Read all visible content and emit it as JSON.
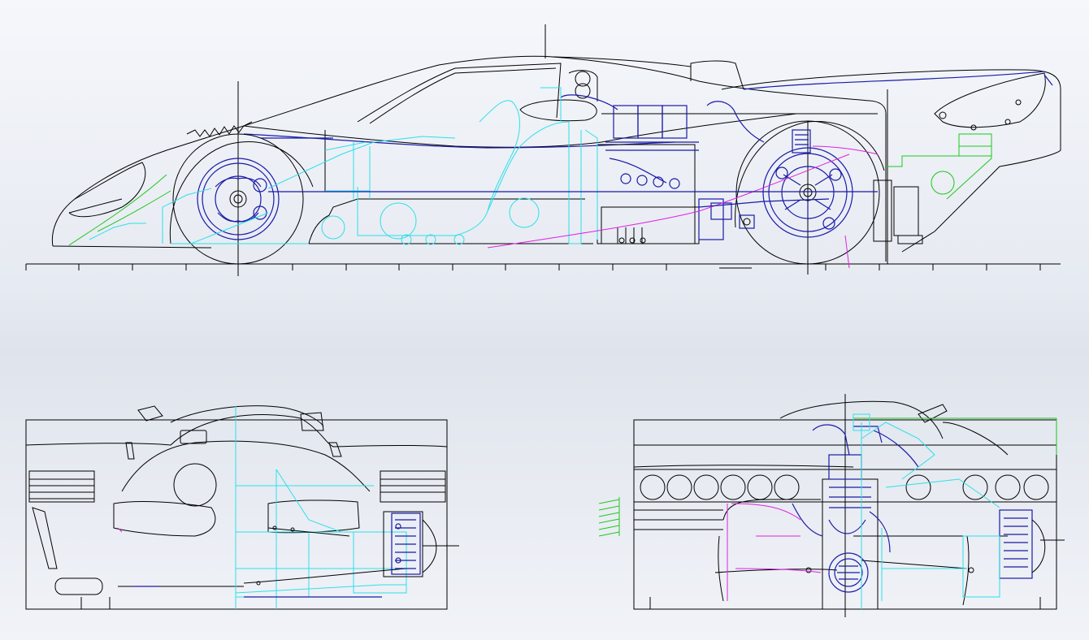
{
  "drawing": {
    "views": [
      "side-view",
      "front-view",
      "rear-view"
    ],
    "colors": {
      "outline": "#000000",
      "chassis": "#2ce0ea",
      "engine": "#1a1aa8",
      "wing": "#1ec81e",
      "exhaust": "#e020e0",
      "background_top": "#f5f7fb",
      "background_mid": "#dfe4ec"
    }
  }
}
